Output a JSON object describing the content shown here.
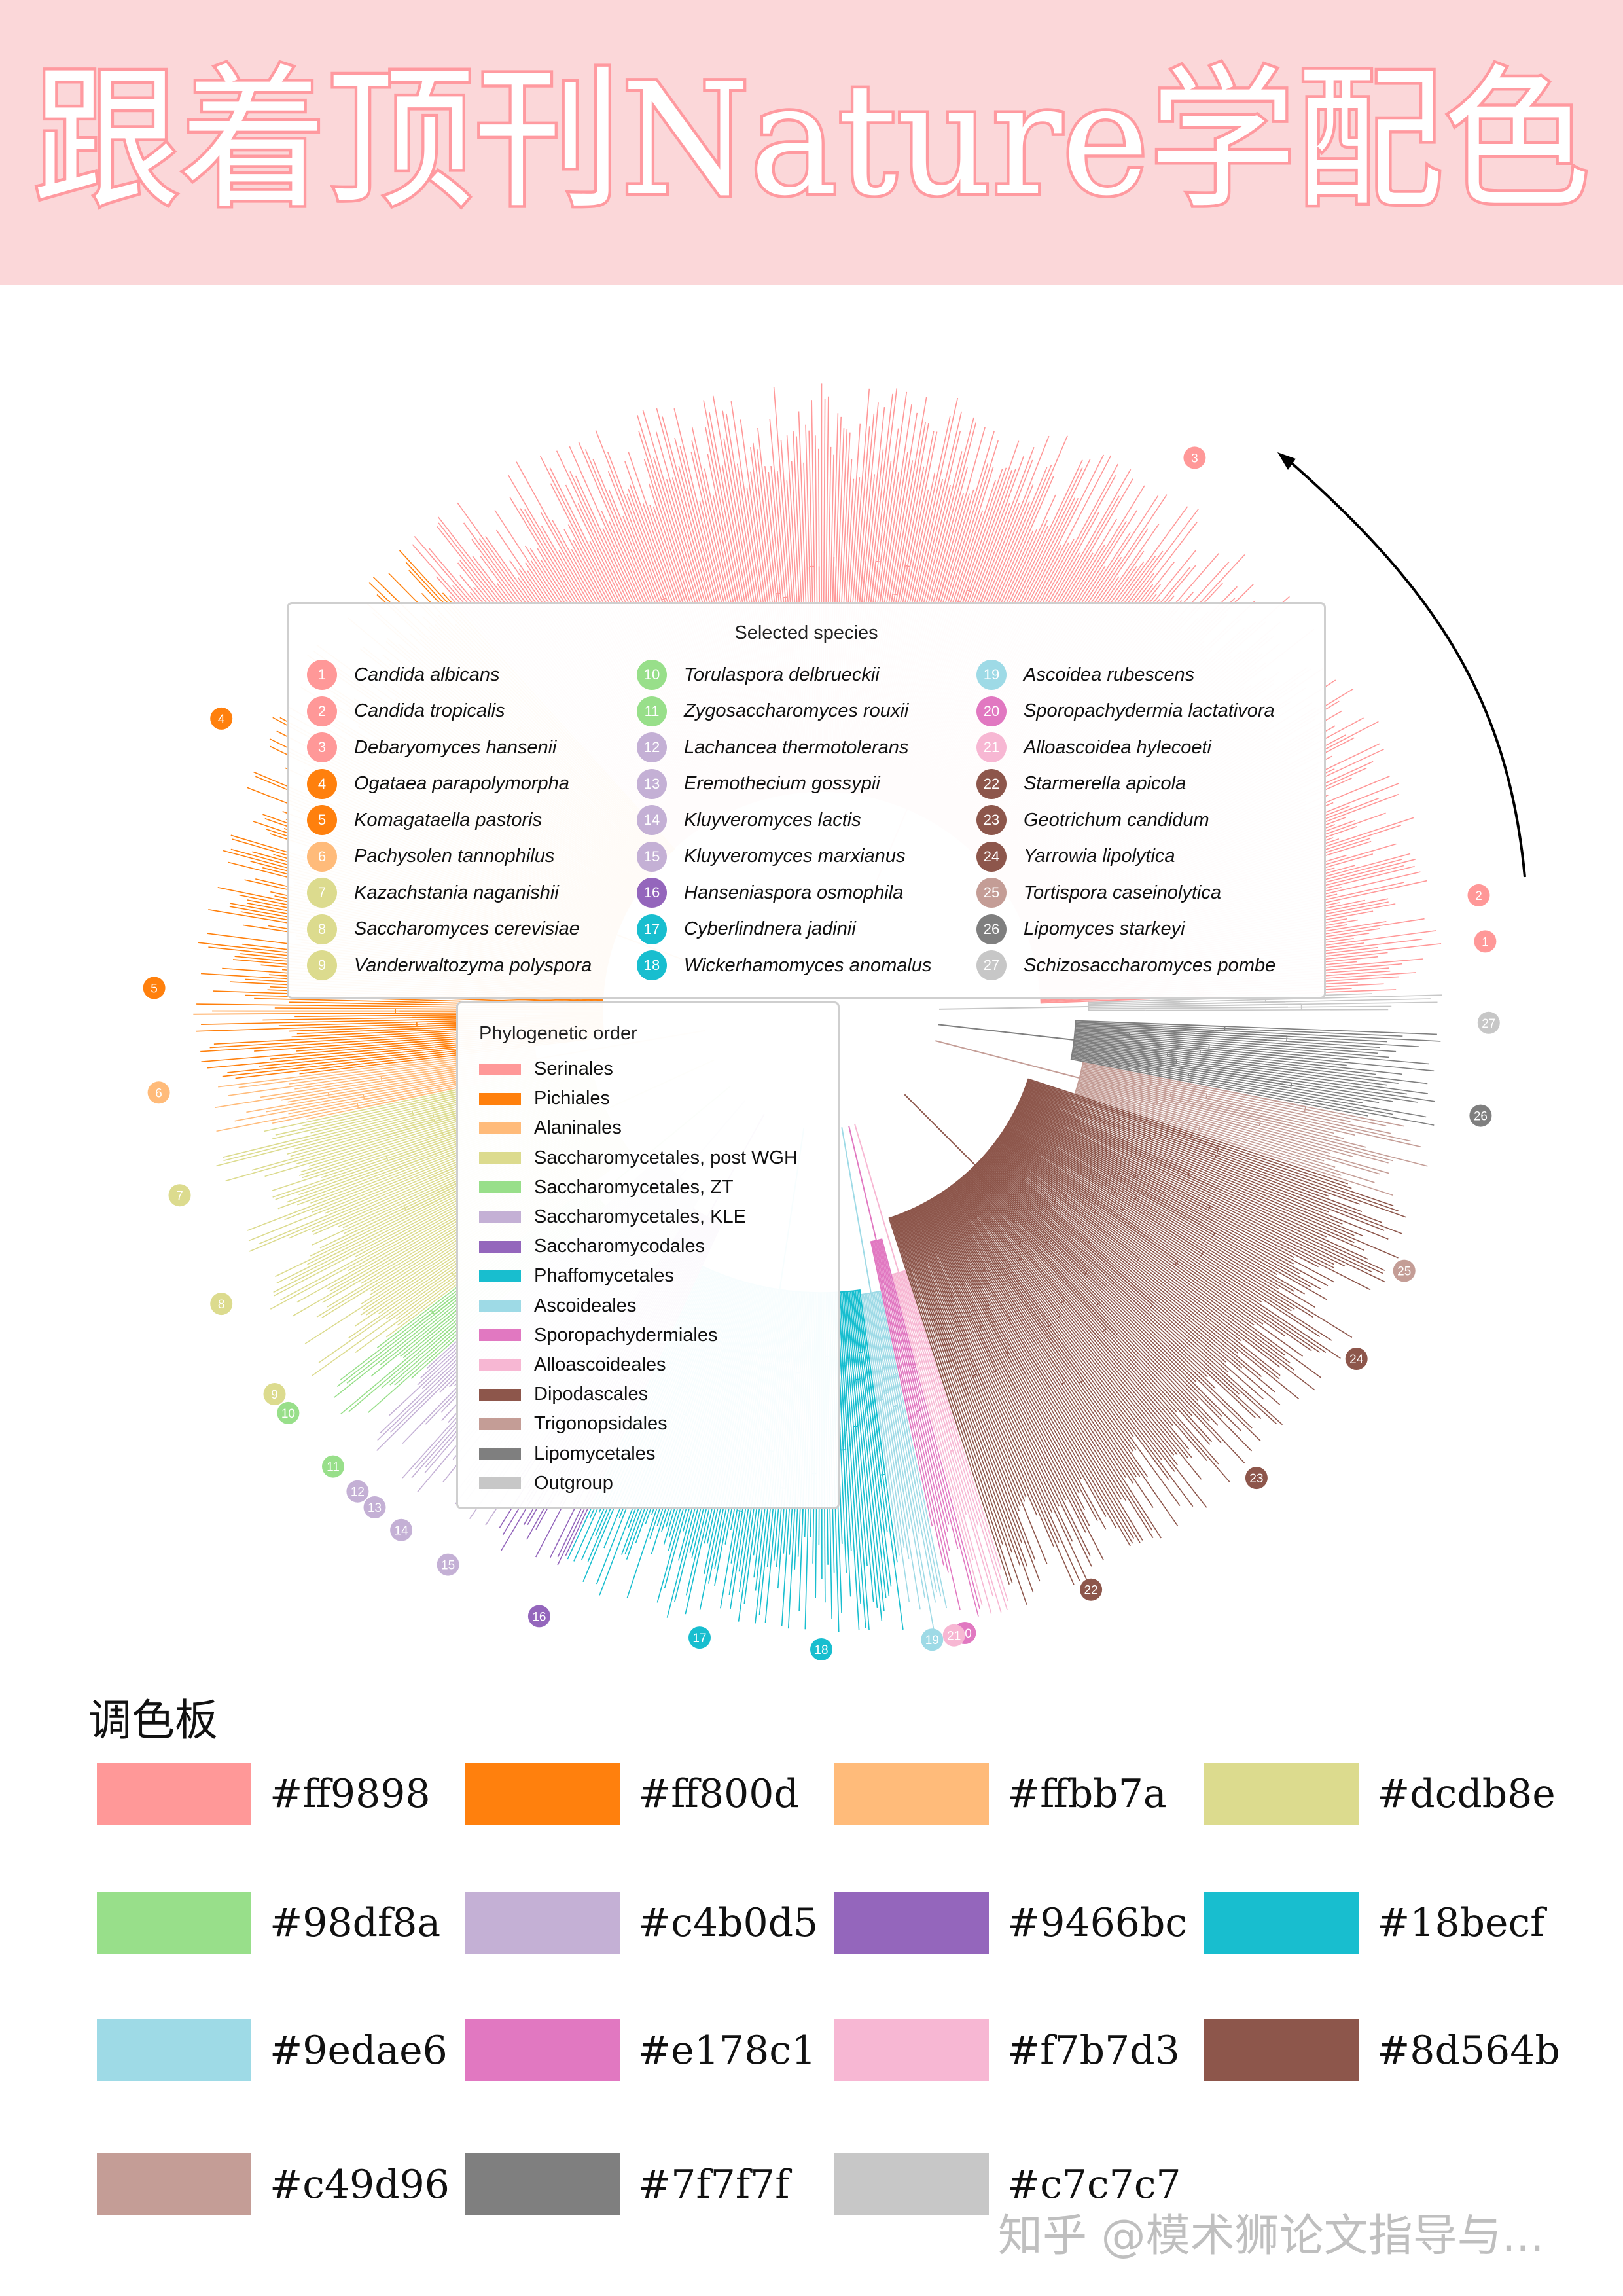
{
  "banner": {
    "title": "跟着顶刊Nature学配色",
    "color": "#fbd7d9",
    "text_color": "#ff9aa0"
  },
  "species_legend": {
    "title": "Selected species",
    "items": [
      {
        "num": "1",
        "name": "Candida albicans",
        "color": "#ff9898"
      },
      {
        "num": "2",
        "name": "Candida tropicalis",
        "color": "#ff9898"
      },
      {
        "num": "3",
        "name": "Debaryomyces hansenii",
        "color": "#ff9898"
      },
      {
        "num": "4",
        "name": "Ogataea parapolymorpha",
        "color": "#ff800d"
      },
      {
        "num": "5",
        "name": "Komagataella pastoris",
        "color": "#ff800d"
      },
      {
        "num": "6",
        "name": "Pachysolen tannophilus",
        "color": "#ffbb7a"
      },
      {
        "num": "7",
        "name": "Kazachstania naganishii",
        "color": "#dcdb8e"
      },
      {
        "num": "8",
        "name": "Saccharomyces cerevisiae",
        "color": "#dcdb8e"
      },
      {
        "num": "9",
        "name": "Vanderwaltozyma polyspora",
        "color": "#dcdb8e"
      },
      {
        "num": "10",
        "name": "Torulaspora delbrueckii",
        "color": "#98df8a"
      },
      {
        "num": "11",
        "name": "Zygosaccharomyces rouxii",
        "color": "#98df8a"
      },
      {
        "num": "12",
        "name": "Lachancea thermotolerans",
        "color": "#c4b0d5"
      },
      {
        "num": "13",
        "name": "Eremothecium gossypii",
        "color": "#c4b0d5"
      },
      {
        "num": "14",
        "name": "Kluyveromyces lactis",
        "color": "#c4b0d5"
      },
      {
        "num": "15",
        "name": "Kluyveromyces marxianus",
        "color": "#c4b0d5"
      },
      {
        "num": "16",
        "name": "Hanseniaspora osmophila",
        "color": "#9466bc"
      },
      {
        "num": "17",
        "name": "Cyberlindnera jadinii",
        "color": "#18becf"
      },
      {
        "num": "18",
        "name": "Wickerhamomyces anomalus",
        "color": "#18becf"
      },
      {
        "num": "19",
        "name": "Ascoidea rubescens",
        "color": "#9edae6"
      },
      {
        "num": "20",
        "name": "Sporopachydermia lactativora",
        "color": "#e178c1"
      },
      {
        "num": "21",
        "name": "Alloascoidea hylecoeti",
        "color": "#f7b7d3"
      },
      {
        "num": "22",
        "name": "Starmerella apicola",
        "color": "#8d564b"
      },
      {
        "num": "23",
        "name": "Geotrichum candidum",
        "color": "#8d564b"
      },
      {
        "num": "24",
        "name": "Yarrowia lipolytica",
        "color": "#8d564b"
      },
      {
        "num": "25",
        "name": "Tortispora caseinolytica",
        "color": "#c49d96"
      },
      {
        "num": "26",
        "name": "Lipomyces starkeyi",
        "color": "#7f7f7f"
      },
      {
        "num": "27",
        "name": "Schizosaccharomyces pombe",
        "color": "#c7c7c7"
      }
    ]
  },
  "order_legend": {
    "title": "Phylogenetic order",
    "items": [
      {
        "name": "Serinales",
        "color": "#ff9898"
      },
      {
        "name": "Pichiales",
        "color": "#ff800d"
      },
      {
        "name": "Alaninales",
        "color": "#ffbb7a"
      },
      {
        "name": "Saccharomycetales, post WGH",
        "color": "#dcdb8e"
      },
      {
        "name": "Saccharomycetales, ZT",
        "color": "#98df8a"
      },
      {
        "name": "Saccharomycetales, KLE",
        "color": "#c4b0d5"
      },
      {
        "name": "Saccharomycodales",
        "color": "#9466bc"
      },
      {
        "name": "Phaffomycetales",
        "color": "#18becf"
      },
      {
        "name": "Ascoideales",
        "color": "#9edae6"
      },
      {
        "name": "Sporopachydermiales",
        "color": "#e178c1"
      },
      {
        "name": "Alloascoideales",
        "color": "#f7b7d3"
      },
      {
        "name": "Dipodascales",
        "color": "#8d564b"
      },
      {
        "name": "Trigonopsidales",
        "color": "#c49d96"
      },
      {
        "name": "Lipomycetales",
        "color": "#7f7f7f"
      },
      {
        "name": "Outgroup",
        "color": "#c7c7c7"
      }
    ]
  },
  "palette": {
    "title": "调色板",
    "colors": [
      "#ff9898",
      "#ff800d",
      "#ffbb7a",
      "#dcdb8e",
      "#98df8a",
      "#c4b0d5",
      "#9466bc",
      "#18becf",
      "#9edae6",
      "#e178c1",
      "#f7b7d3",
      "#8d564b",
      "#c49d96",
      "#7f7f7f",
      "#c7c7c7"
    ]
  },
  "watermark": "知乎 @模术狮论文指导与..."
}
